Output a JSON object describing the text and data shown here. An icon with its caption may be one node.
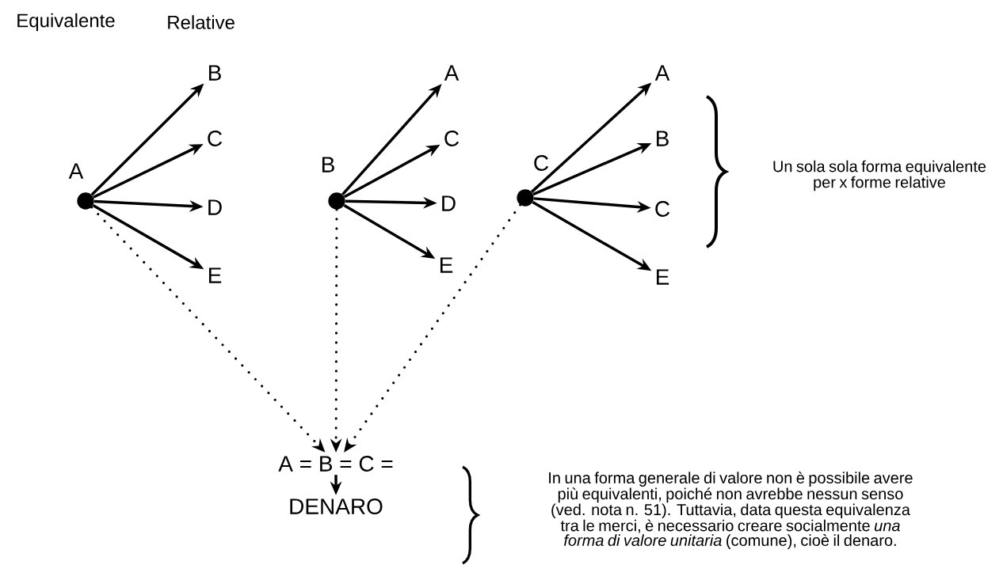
{
  "diagram": {
    "nodes": [
      {
        "text": [
          "A"
        ]
      },
      {
        "text": [
          "B"
        ]
      },
      {
        "text": [
          "C"
        ]
      },
      {
        "text": [
          "D"
        ]
      },
      {
        "text": [
          "E"
        ]
      },
      {
        "text": [
          "B"
        ]
      },
      {
        "text": [
          "A"
        ]
      },
      {
        "text": [
          "C"
        ]
      },
      {
        "text": [
          "D"
        ]
      },
      {
        "text": [
          "E"
        ]
      },
      {
        "text": [
          "C"
        ]
      },
      {
        "text": [
          "A"
        ]
      },
      {
        "text": [
          "B"
        ]
      },
      {
        "text": [
          "C"
        ]
      },
      {
        "text": [
          "E"
        ]
      },
      {
        "text": [
          "A = B = C ="
        ]
      },
      {
        "text": [
          "DENARO"
        ]
      }
    ],
    "edges": [
      {
        "from": 0,
        "to": 1,
        "arrow": "to"
      },
      {
        "from": 0,
        "to": 2,
        "arrow": "to"
      },
      {
        "from": 0,
        "to": 3,
        "arrow": "to"
      },
      {
        "from": 0,
        "to": 4,
        "arrow": "to"
      },
      {
        "from": 5,
        "to": 6,
        "arrow": "to"
      },
      {
        "from": 5,
        "to": 7,
        "arrow": "to"
      },
      {
        "from": 5,
        "to": 8,
        "arrow": "to"
      },
      {
        "from": 5,
        "to": 9,
        "arrow": "to"
      },
      {
        "from": 10,
        "to": 11,
        "arrow": "to"
      },
      {
        "from": 10,
        "to": 12,
        "arrow": "to"
      },
      {
        "from": 10,
        "to": 13,
        "arrow": "to"
      },
      {
        "from": 10,
        "to": 14,
        "arrow": "to"
      },
      {
        "from": 0,
        "to": 15,
        "arrow": "to",
        "style": "dashed"
      },
      {
        "from": 5,
        "to": 15,
        "arrow": "to",
        "style": "dashed"
      },
      {
        "from": 10,
        "to": 15,
        "arrow": "to",
        "style": "dashed"
      },
      {
        "from": 15,
        "to": 16,
        "arrow": "to"
      }
    ],
    "labels": [
      "Equivalente",
      "Relative",
      "Un sola sola forma equivalente per x forme relative",
      "In una forma generale di valore non è possibile avere più equivalenti, poiché non avrebbe nessun senso (ved. nota n. 51). Tuttavia, data questa equivalenza tra le merci, è necessario creare socialmente *una forma di valore unitaria* (comune), cioè il denaro."
    ]
  }
}
